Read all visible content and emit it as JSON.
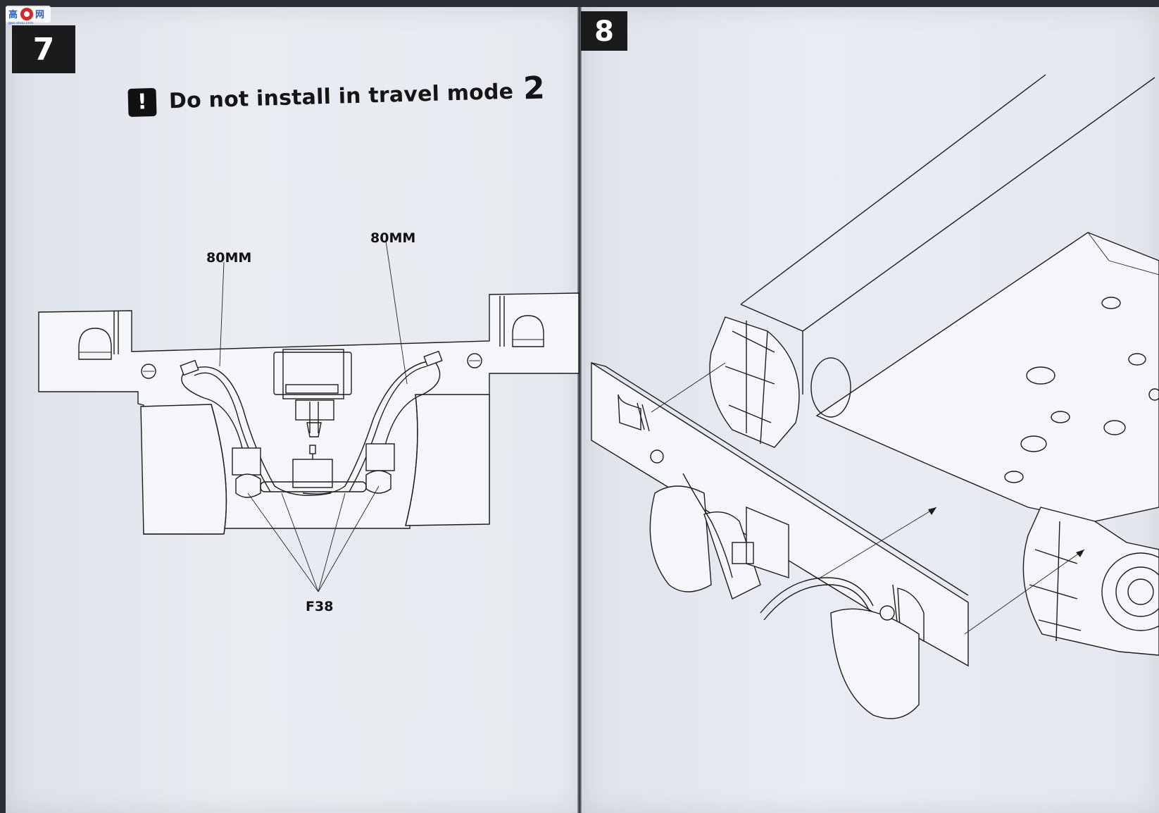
{
  "watermark": {
    "logo_text": "高手网",
    "url_text": "gao-shou.com"
  },
  "step7": {
    "number": "7",
    "warning_text": "Do not install in travel mode",
    "warning_number": "2",
    "labels": {
      "left_cable": "80MM",
      "right_cable": "80MM",
      "part": "F38"
    }
  },
  "step8": {
    "number": "8"
  }
}
